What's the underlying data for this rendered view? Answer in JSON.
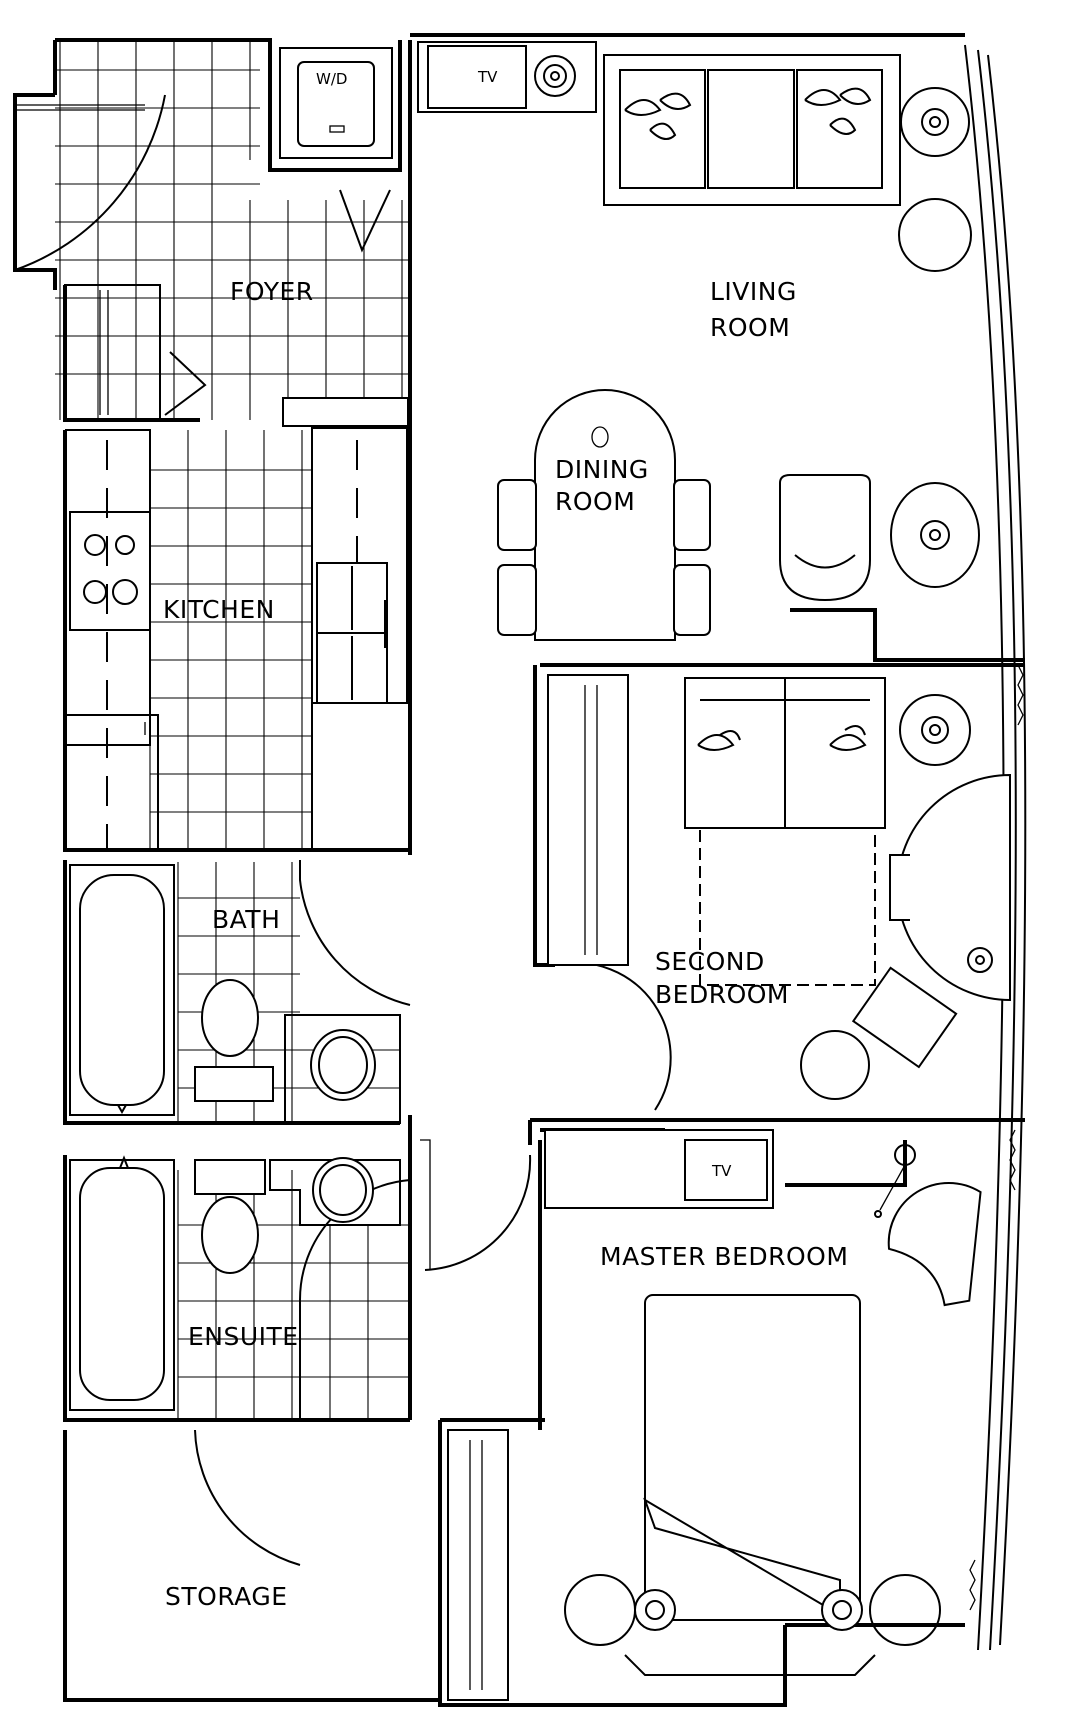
{
  "rooms": {
    "foyer": "FOYER",
    "living_room_line1": "LIVING",
    "living_room_line2": "ROOM",
    "dining_room_line1": "DINING",
    "dining_room_line2": "ROOM",
    "kitchen": "KITCHEN",
    "bath": "BATH",
    "second_bedroom_line1": "SECOND",
    "second_bedroom_line2": "BEDROOM",
    "master_bedroom": "MASTER BEDROOM",
    "ensuite": "ENSUITE",
    "storage": "STORAGE"
  },
  "appliances": {
    "washer_dryer": "W/D",
    "tv_living": "TV",
    "tv_master": "TV"
  }
}
